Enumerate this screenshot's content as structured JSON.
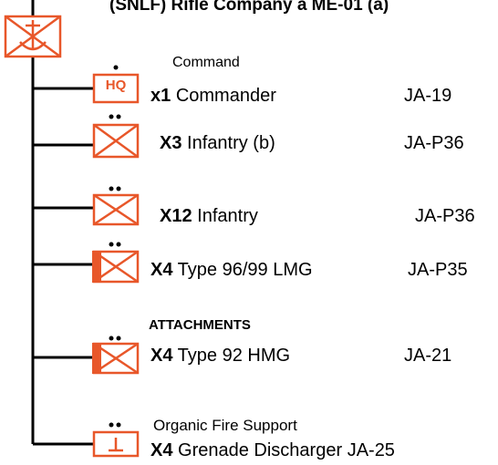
{
  "title": "(SNLF)  Rifle Company a  ME-01 (a)",
  "sections": {
    "command": "Command",
    "attachments": "ATTACHMENTS",
    "organic": "Organic Fire Support"
  },
  "hq_label": "HQ",
  "rows": [
    {
      "qty": "x1",
      "name": "Commander",
      "code": "JA-19"
    },
    {
      "qty": "X3",
      "name": "Infantry  (b)",
      "code": "JA-P36"
    },
    {
      "qty": "X12",
      "name": "Infantry",
      "code": "JA-P36"
    },
    {
      "qty": "X4",
      "name": "Type 96/99 LMG",
      "code": "JA-P35"
    },
    {
      "qty": "X4",
      "name": "Type 92 HMG",
      "code": "JA-21"
    },
    {
      "qty": "X4",
      "name": "Grenade Discharger",
      "code": "JA-25"
    }
  ],
  "colors": {
    "symbol": "#e8572a",
    "line": "#000000"
  }
}
